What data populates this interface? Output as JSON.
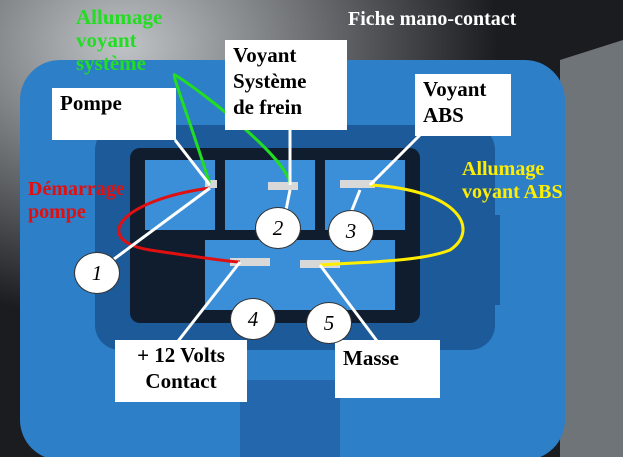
{
  "title": "Fiche mano-contact",
  "labels": {
    "allumage_systeme": [
      "Allumage",
      "voyant",
      "système"
    ],
    "pompe": "Pompe",
    "frein": [
      "Voyant",
      "Système",
      "de frein"
    ],
    "abs": [
      "Voyant",
      "ABS"
    ],
    "demarrage": [
      "Démarrage",
      "pompe"
    ],
    "allumage_abs": [
      "Allumage",
      "voyant ABS"
    ],
    "plus12": [
      "+ 12 Volts",
      "Contact"
    ],
    "masse": "Masse"
  },
  "pins": [
    "1",
    "2",
    "3",
    "4",
    "5"
  ],
  "colors": {
    "green": "#22dd22",
    "red": "#e01010",
    "yellow": "#ffee00",
    "connector": "#2d7fc8"
  }
}
